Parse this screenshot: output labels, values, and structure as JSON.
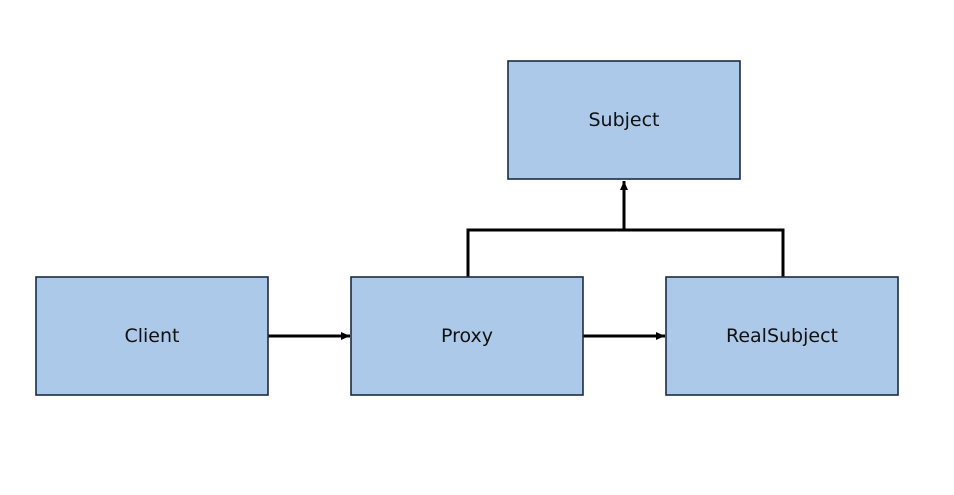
{
  "diagram": {
    "colors": {
      "box_fill": "#adc9e9",
      "box_border": "#1c2b44",
      "line": "#000000",
      "background": "#ffffff"
    },
    "nodes": {
      "subject": {
        "label": "Subject"
      },
      "client": {
        "label": "Client"
      },
      "proxy": {
        "label": "Proxy"
      },
      "real_subject": {
        "label": "RealSubject"
      }
    },
    "edges": [
      {
        "from": "client",
        "to": "proxy"
      },
      {
        "from": "proxy",
        "to": "real_subject"
      },
      {
        "from": "proxy",
        "to": "subject"
      },
      {
        "from": "real_subject",
        "to": "subject"
      }
    ]
  }
}
